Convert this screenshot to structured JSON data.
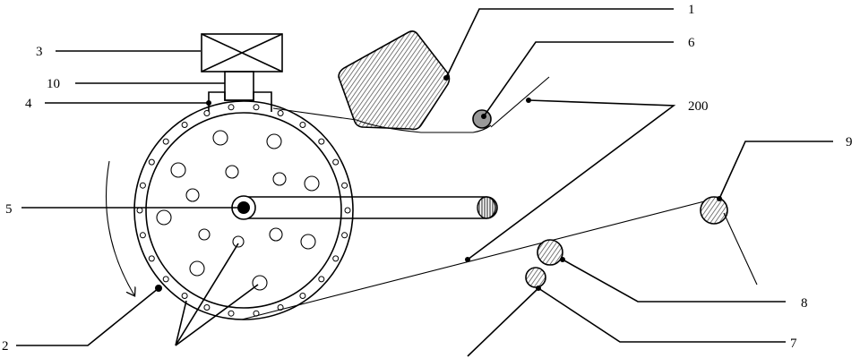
{
  "diagram": {
    "labels": {
      "l1": "1",
      "l2": "2",
      "l3": "3",
      "l4": "4",
      "l5": "5",
      "l6": "6",
      "l7": "7",
      "l8": "8",
      "l9": "9",
      "l10": "10",
      "l200": "200"
    },
    "colors": {
      "line": "#000000",
      "hatch": "#555555",
      "background": "#ffffff"
    }
  }
}
